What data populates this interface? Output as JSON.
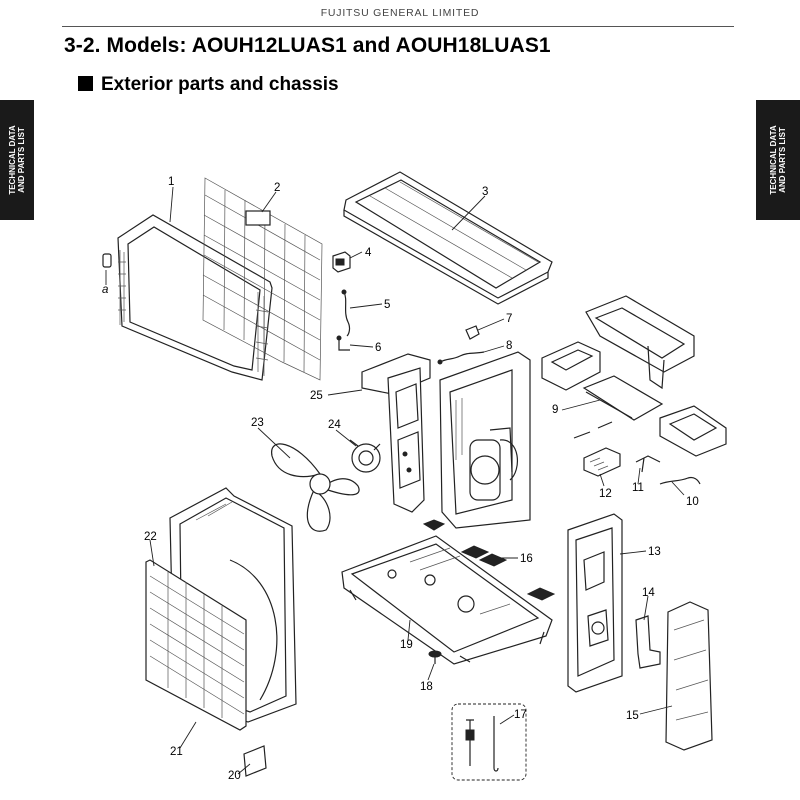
{
  "header": {
    "company": "FUJITSU GENERAL LIMITED",
    "section_title": "3-2. Models: AOUH12LUAS1 and AOUH18LUAS1",
    "sub_title": "Exterior parts and chassis"
  },
  "side_tab": {
    "line1": "TECHNICAL DATA",
    "line2": "AND PARTS LIST"
  },
  "callouts": {
    "p1": "1",
    "p2": "2",
    "p3": "3",
    "p4": "4",
    "p5": "5",
    "p6": "6",
    "p7": "7",
    "p8": "8",
    "p9": "9",
    "p10": "10",
    "p11": "11",
    "p12": "12",
    "p13": "13",
    "p14": "14",
    "p15": "15",
    "p16": "16",
    "p17": "17",
    "p18": "18",
    "p19": "19",
    "p20": "20",
    "p21": "21",
    "p22": "22",
    "p23": "23",
    "p24": "24",
    "p25": "25",
    "pa": "a"
  }
}
